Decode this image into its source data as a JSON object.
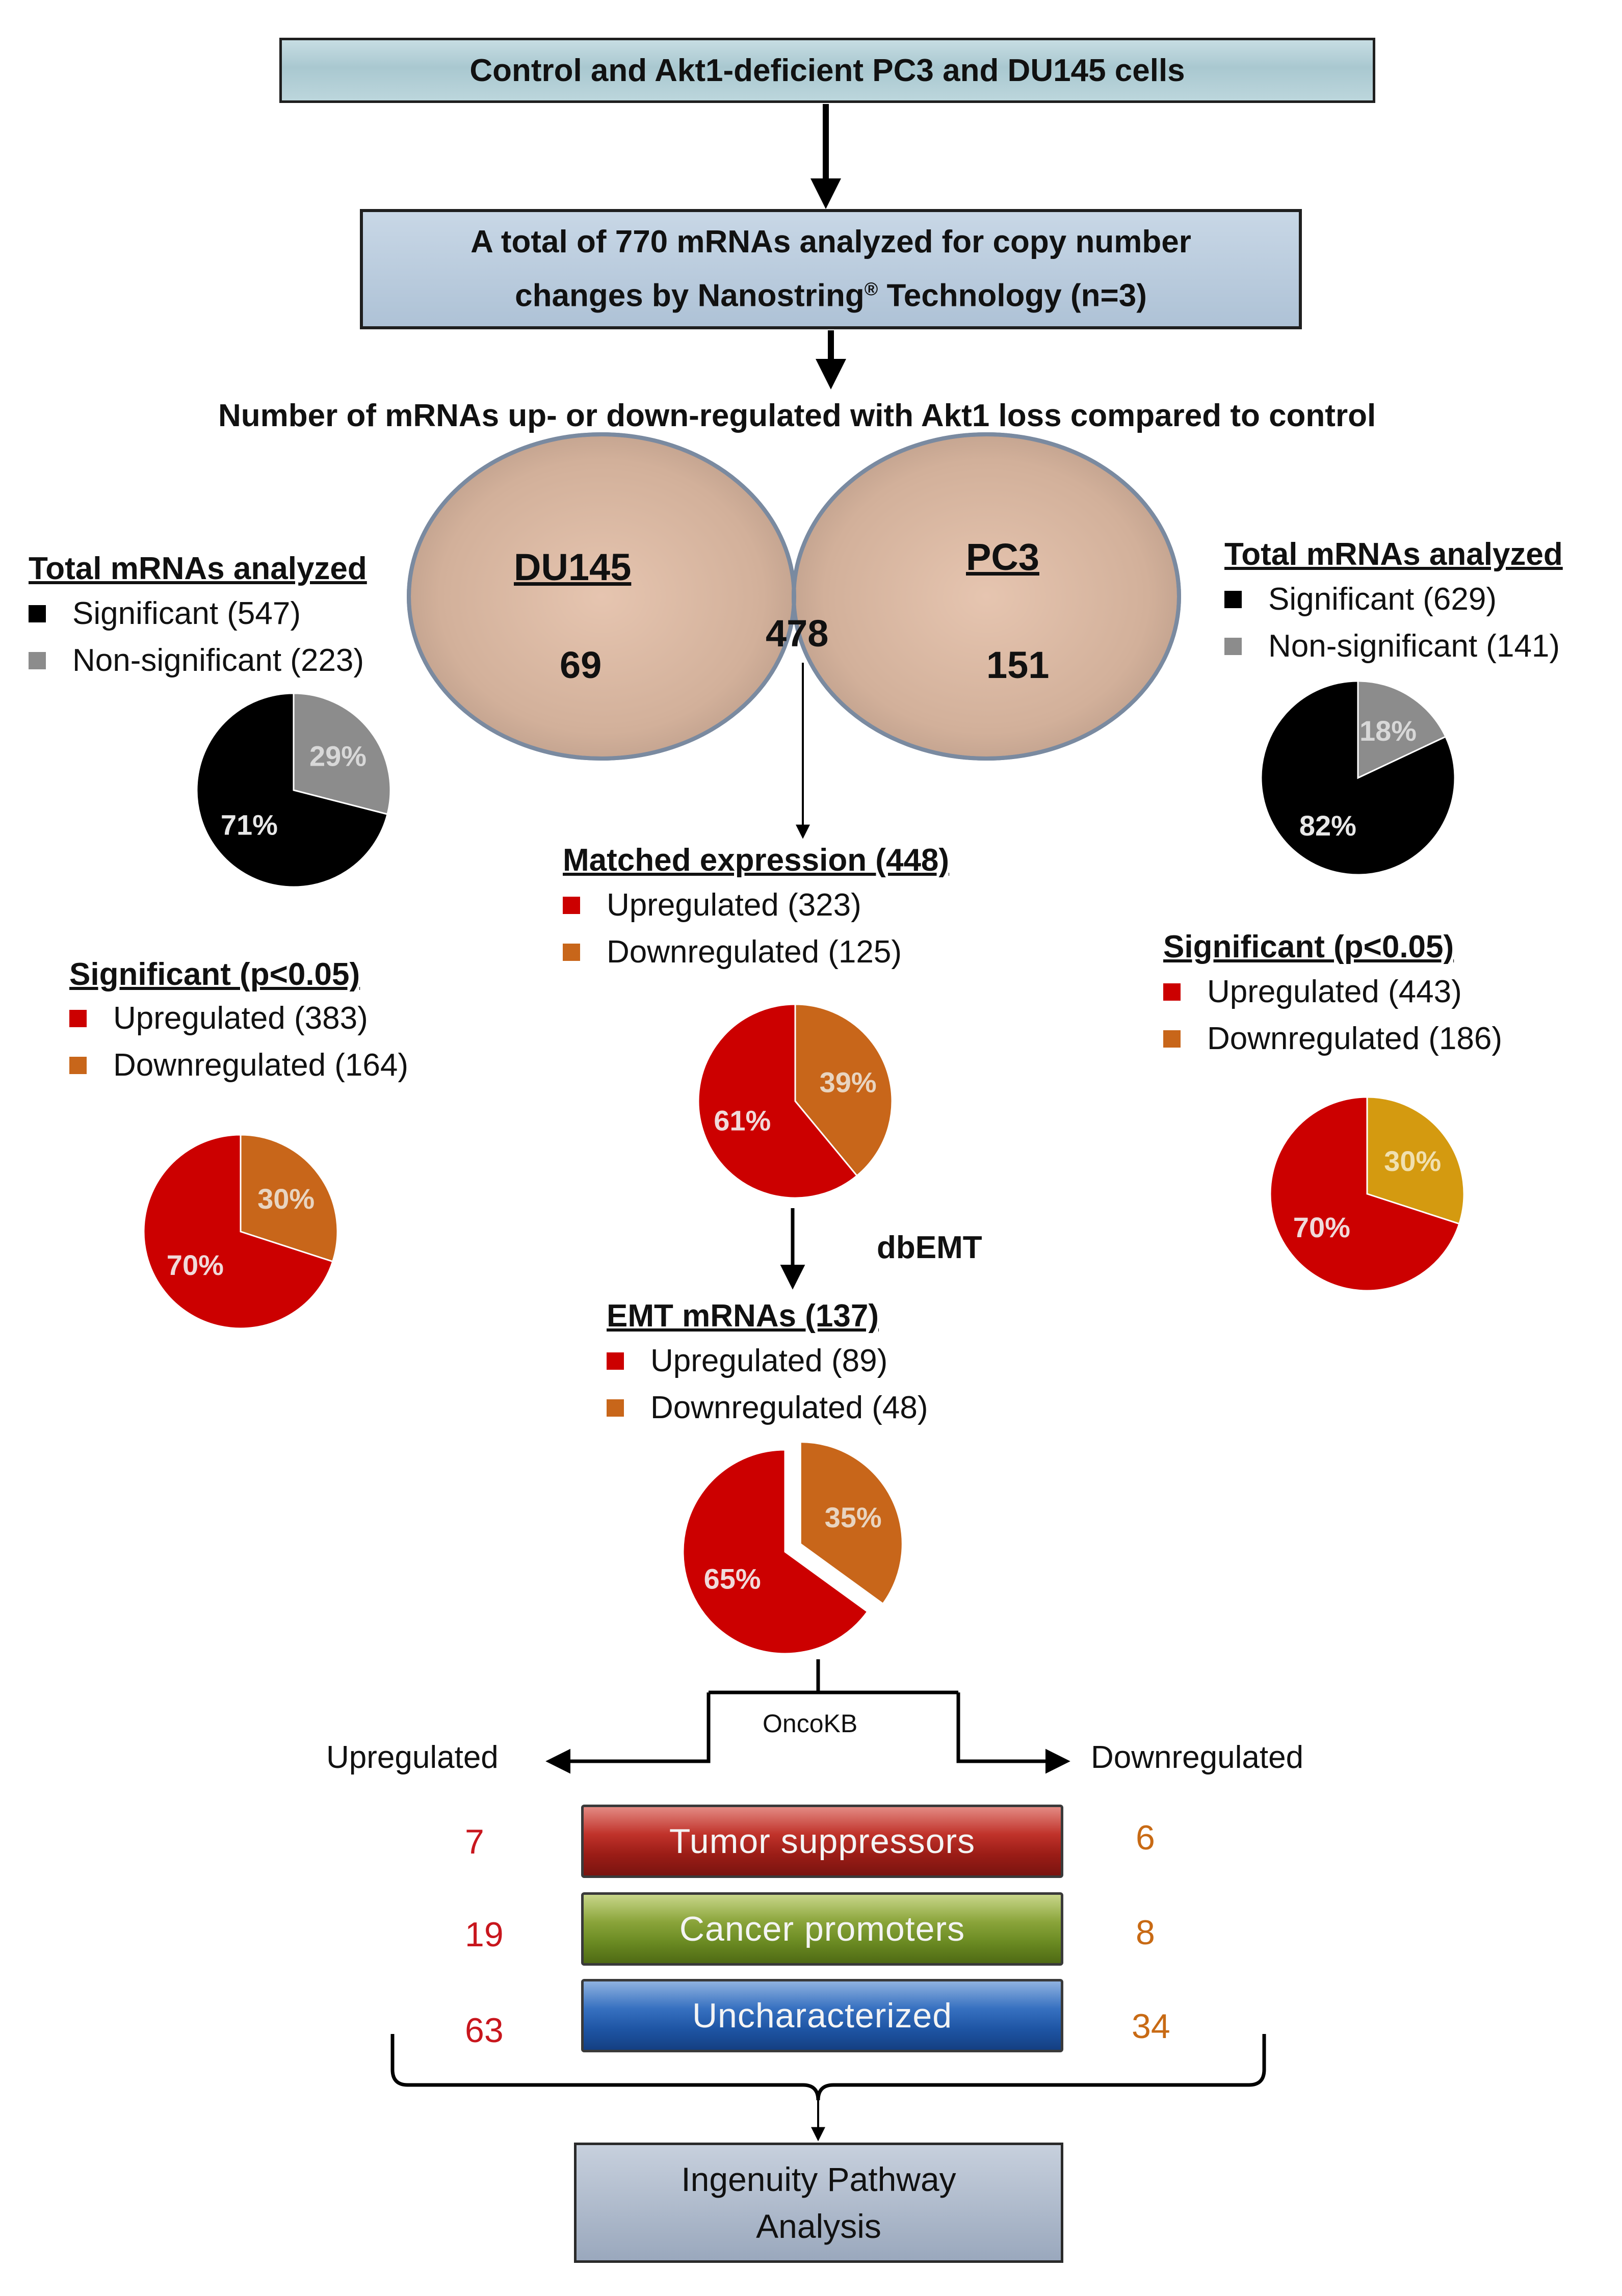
{
  "top_box": "Control and Akt1-deficient PC3 and DU145 cells",
  "total_box": {
    "line1": "A total of 770 mRNAs analyzed for copy number",
    "line2_pre": "changes by Nanostring",
    "line2_sup": "®",
    "line2_post": " Technology (n=3)"
  },
  "venn_title": "Number of mRNAs up- or down-regulated with Akt1 loss compared to control",
  "venn": {
    "left_label": "DU145",
    "left_value": "69",
    "right_label": "PC3",
    "right_value": "151",
    "center_value": "478"
  },
  "du145": {
    "total_title": "Total mRNAs analyzed",
    "total_items": [
      {
        "label": "Significant (547)",
        "color": "#000000"
      },
      {
        "label": "Non-significant (223)",
        "color": "#8c8c8c"
      }
    ],
    "total_pie": {
      "values": [
        71,
        29
      ],
      "labels": [
        "71%",
        "29%"
      ]
    },
    "sig_title": "Significant (p<0.05)",
    "sig_items": [
      {
        "label": "Upregulated (383)",
        "color": "#cc0000"
      },
      {
        "label": "Downregulated (164)",
        "color": "#c8661a"
      }
    ],
    "sig_pie": {
      "values": [
        70,
        30
      ],
      "labels": [
        "70%",
        "30%"
      ]
    }
  },
  "pc3": {
    "total_title": "Total mRNAs analyzed",
    "total_items": [
      {
        "label": "Significant (629)",
        "color": "#000000"
      },
      {
        "label": "Non-significant (141)",
        "color": "#8c8c8c"
      }
    ],
    "total_pie": {
      "values": [
        82,
        18
      ],
      "labels": [
        "82%",
        "18%"
      ]
    },
    "sig_title": "Significant (p<0.05)",
    "sig_items": [
      {
        "label": "Upregulated (443)",
        "color": "#cc0000"
      },
      {
        "label": "Downregulated (186)",
        "color": "#c8661a"
      }
    ],
    "sig_pie": {
      "values": [
        70,
        30
      ],
      "labels": [
        "70%",
        "30%"
      ]
    }
  },
  "matched": {
    "title": "Matched expression (448)",
    "items": [
      {
        "label": "Upregulated (323)",
        "color": "#cc0000"
      },
      {
        "label": "Downregulated (125)",
        "color": "#c8661a"
      }
    ],
    "pie": {
      "values": [
        61,
        39
      ],
      "labels": [
        "61%",
        "39%"
      ]
    }
  },
  "dbemt_label": "dbEMT",
  "emt": {
    "title": "EMT mRNAs (137)",
    "items": [
      {
        "label": "Upregulated (89)",
        "color": "#cc0000"
      },
      {
        "label": "Downregulated (48)",
        "color": "#c8661a"
      }
    ],
    "pie": {
      "values": [
        65,
        35
      ],
      "labels": [
        "65%",
        "35%"
      ]
    }
  },
  "oncokb": {
    "label": "OncoKB",
    "up_label": "Upregulated",
    "down_label": "Downregulated",
    "rows": [
      {
        "name": "Tumor suppressors",
        "up": "7",
        "down": "6"
      },
      {
        "name": "Cancer promoters",
        "up": "19",
        "down": "8"
      },
      {
        "name": "Uncharacterized",
        "up": "63",
        "down": "34"
      }
    ]
  },
  "ipa": {
    "line1": "Ingenuity Pathway",
    "line2": "Analysis"
  },
  "colors": {
    "black": "#000000",
    "gray": "#8c8c8c",
    "red": "#cc0000",
    "orange": "#c8661a",
    "gold": "#d49a10"
  }
}
